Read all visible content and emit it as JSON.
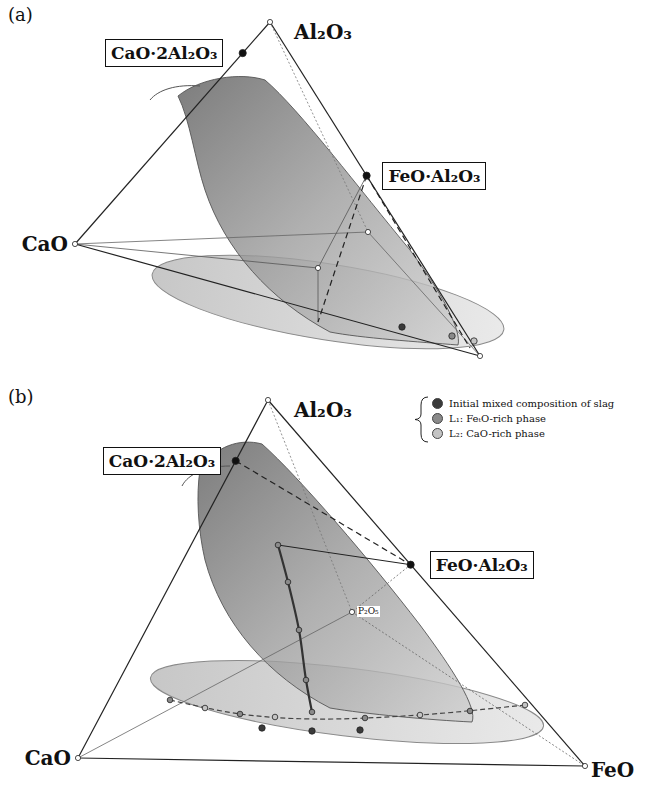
{
  "diagram": {
    "nodes": [
      {
        "text": [
          "CaO·2Al₂O₃"
        ]
      },
      {
        "text": [
          "FeO·Al₂O₃"
        ]
      },
      {
        "text": [
          "CaO·2Al₂O₃"
        ]
      },
      {
        "text": [
          "FeO·Al₂O₃"
        ]
      }
    ],
    "labels": [
      "(a)",
      "Al₂O₃",
      "CaO",
      "(b)",
      "Al₂O₃",
      "P₂O₅",
      "CaO",
      "FeO"
    ],
    "legend": [
      {
        "text": "Initial mixed composition of slag",
        "color": "#3a3a3a"
      },
      {
        "text": "L₁: FeₜO-rich phase",
        "color": "#8a8a8a"
      },
      {
        "text": "L₂: CaO-rich phase",
        "color": "#c4c4c4"
      }
    ]
  }
}
